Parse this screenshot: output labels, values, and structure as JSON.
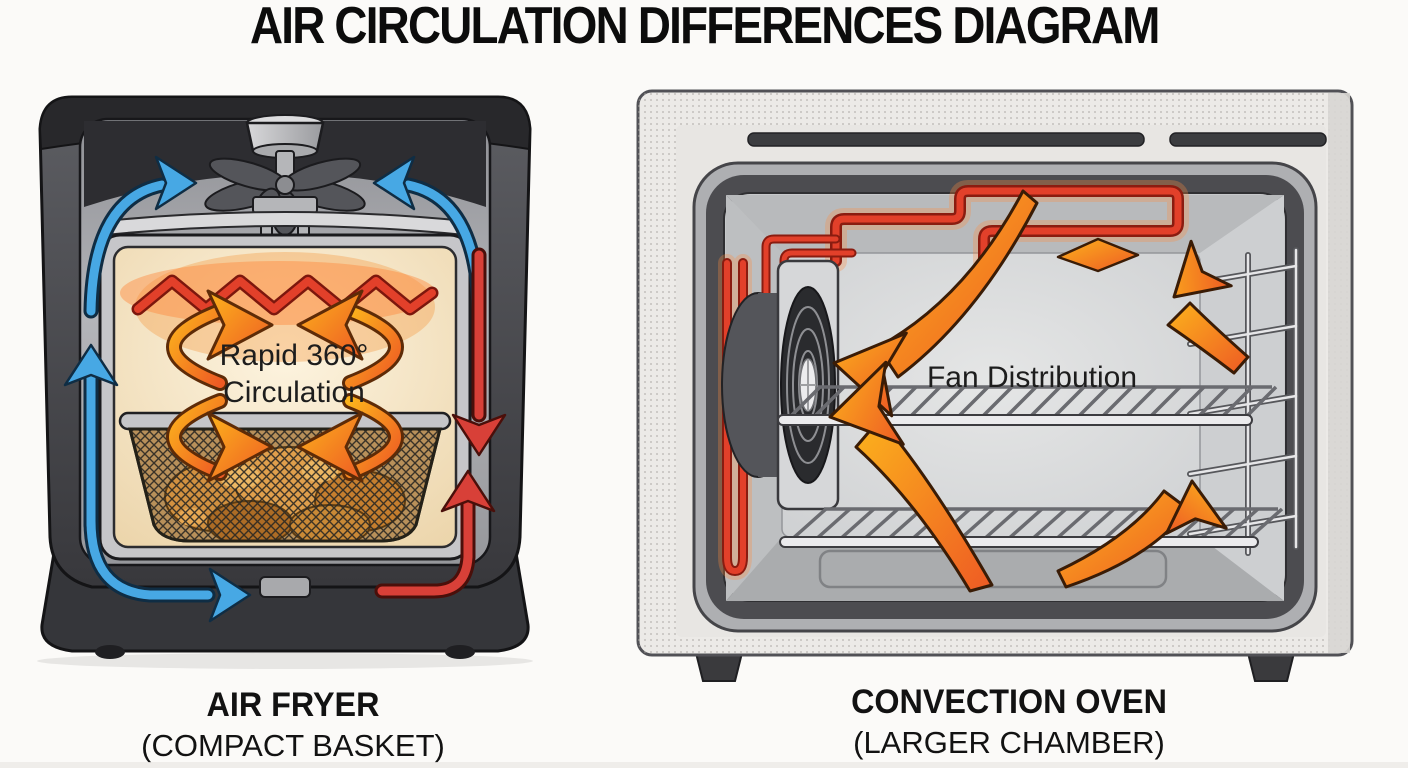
{
  "title": "AIR CIRCULATION DIFFERENCES DIAGRAM",
  "panels": {
    "air_fryer": {
      "annotation_line1": "Rapid 360°",
      "annotation_line2": "Circulation",
      "caption_title": "AIR FRYER",
      "caption_subtitle": "(COMPACT BASKET)"
    },
    "convection_oven": {
      "annotation": "Fan Distribution",
      "caption_title": "CONVECTION OVEN",
      "caption_subtitle": "(LARGER CHAMBER)"
    }
  },
  "colors": {
    "background": "#fbfaf8",
    "title_text": "#0c0c0c",
    "cool_air_blue": "#47a8e4",
    "hot_exhaust_red": "#d84038",
    "hot_air_orange_light": "#fcb31c",
    "hot_air_orange_dark": "#ee5a24",
    "heating_element_red": "#e2402a",
    "fryer_body_gray": "#4a4b50",
    "fryer_chamber_cream": "#f5e9cb",
    "oven_frame_gray": "#eceae7",
    "oven_interior_gray": "#c6c8ca"
  }
}
